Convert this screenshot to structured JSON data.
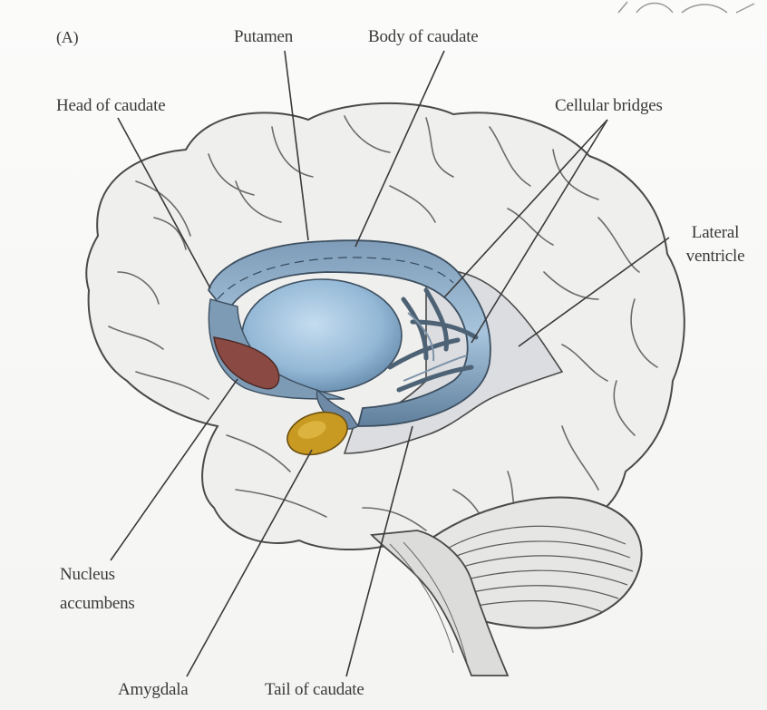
{
  "figure": {
    "panel_label": "(A)",
    "labels": {
      "putamen": "Putamen",
      "body_of_caudate": "Body of caudate",
      "head_of_caudate": "Head of caudate",
      "cellular_bridges": "Cellular bridges",
      "lateral_ventricle": "Lateral\nventricle",
      "nucleus_accumbens": "Nucleus\naccumbens",
      "amygdala": "Amygdala",
      "tail_of_caudate": "Tail of caudate"
    },
    "colors": {
      "line": "#3a3a3a",
      "brain_fill": "#efefed",
      "striatum_blue": "#8fb2cf",
      "putamen_blue": "#9cc0dc",
      "nucleus_accumbens_red": "#8a4a43",
      "amygdala_yellow": "#c89a22",
      "ventricle_gray": "#d9dadd"
    }
  }
}
